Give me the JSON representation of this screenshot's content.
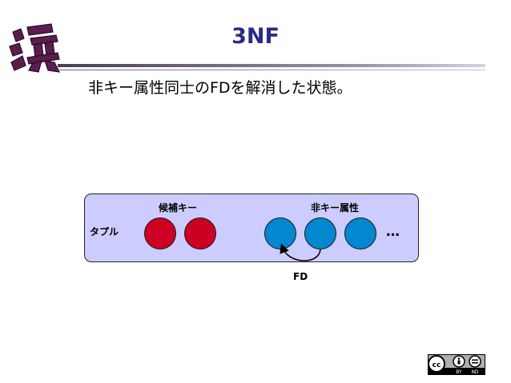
{
  "slide": {
    "title": "3NF",
    "text": "非キー属性同士のFDを解消した状態。"
  },
  "diagram": {
    "row_label": "タプル",
    "key_group_label": "候補キー",
    "nonkey_group_label": "非キー属性",
    "ellipsis": "…",
    "fd_label": "FD",
    "colors": {
      "key": "#cc0022",
      "nonkey": "#0288d1",
      "box": "#ccccff",
      "title": "#2b2a86"
    }
  },
  "license_badge": {
    "by_label": "BY",
    "nd_label": "ND",
    "icons": [
      "cc-icon",
      "attribution-icon",
      "no-derivatives-icon"
    ]
  },
  "logo": {
    "icon": "kanji-logo-icon"
  }
}
